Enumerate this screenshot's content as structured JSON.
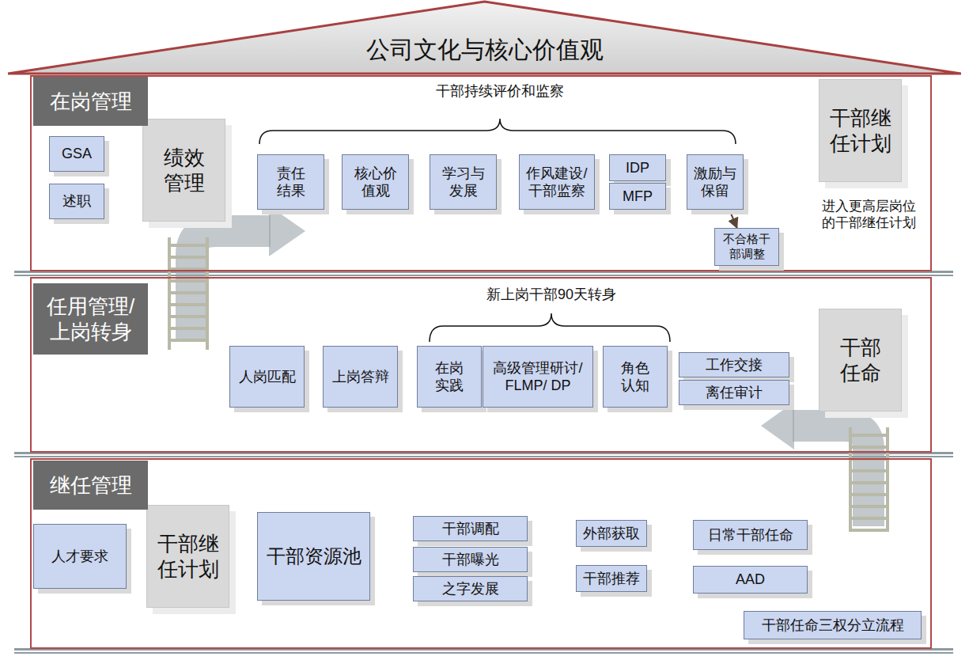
{
  "diagram": {
    "nodes": [
      {
        "text": [
          "公司文化与核心价值观"
        ]
      },
      {
        "text": [
          "在岗管理"
        ]
      },
      {
        "text": [
          "GSA"
        ],
        "in": 1
      },
      {
        "text": [
          "述职"
        ],
        "in": 1
      },
      {
        "text": [
          "绩效管理"
        ],
        "in": 1
      },
      {
        "text": [
          "责任结果"
        ],
        "in": 1
      },
      {
        "text": [
          "核心价值观"
        ],
        "in": 1
      },
      {
        "text": [
          "学习与发展"
        ],
        "in": 1
      },
      {
        "text": [
          "作风建设/干部监察"
        ],
        "in": 1
      },
      {
        "text": [
          "IDP"
        ],
        "in": 1
      },
      {
        "text": [
          "MFP"
        ],
        "in": 1
      },
      {
        "text": [
          "激励与保留"
        ],
        "in": 1
      },
      {
        "text": [
          "不合格干部调整"
        ],
        "in": 1
      },
      {
        "text": [
          "干部继任计划"
        ],
        "in": 1
      },
      {
        "text": [
          "任用管理/上岗转身"
        ]
      },
      {
        "text": [
          "人岗匹配"
        ],
        "in": 14
      },
      {
        "text": [
          "上岗答辩"
        ],
        "in": 14
      },
      {
        "text": [
          "在岗实践"
        ],
        "in": 14
      },
      {
        "text": [
          "高级管理研讨/FLMP/ DP"
        ],
        "in": 14
      },
      {
        "text": [
          "角色认知"
        ],
        "in": 14
      },
      {
        "text": [
          "工作交接"
        ],
        "in": 14
      },
      {
        "text": [
          "离任审计"
        ],
        "in": 14
      },
      {
        "text": [
          "干部任命"
        ],
        "in": 14
      },
      {
        "text": [
          "继任管理"
        ]
      },
      {
        "text": [
          "人才要求"
        ],
        "in": 23
      },
      {
        "text": [
          "干部继任计划"
        ],
        "in": 23
      },
      {
        "text": [
          "干部资源池"
        ],
        "in": 23
      },
      {
        "text": [
          "干部调配"
        ],
        "in": 23
      },
      {
        "text": [
          "干部曝光"
        ],
        "in": 23
      },
      {
        "text": [
          "之字发展"
        ],
        "in": 23
      },
      {
        "text": [
          "外部获取"
        ],
        "in": 23
      },
      {
        "text": [
          "干部推荐"
        ],
        "in": 23
      },
      {
        "text": [
          "日常干部任命"
        ],
        "in": 23
      },
      {
        "text": [
          "AAD"
        ],
        "in": 23
      },
      {
        "text": [
          "干部任命三权分立流程"
        ],
        "in": 23
      }
    ],
    "edges": [
      {
        "from": 11,
        "to": 12,
        "arrow": "to"
      }
    ],
    "labels": [
      "干部持续评价和监察",
      "进入更高层岗位的干部继任计划",
      "新上岗干部90天转身"
    ]
  }
}
